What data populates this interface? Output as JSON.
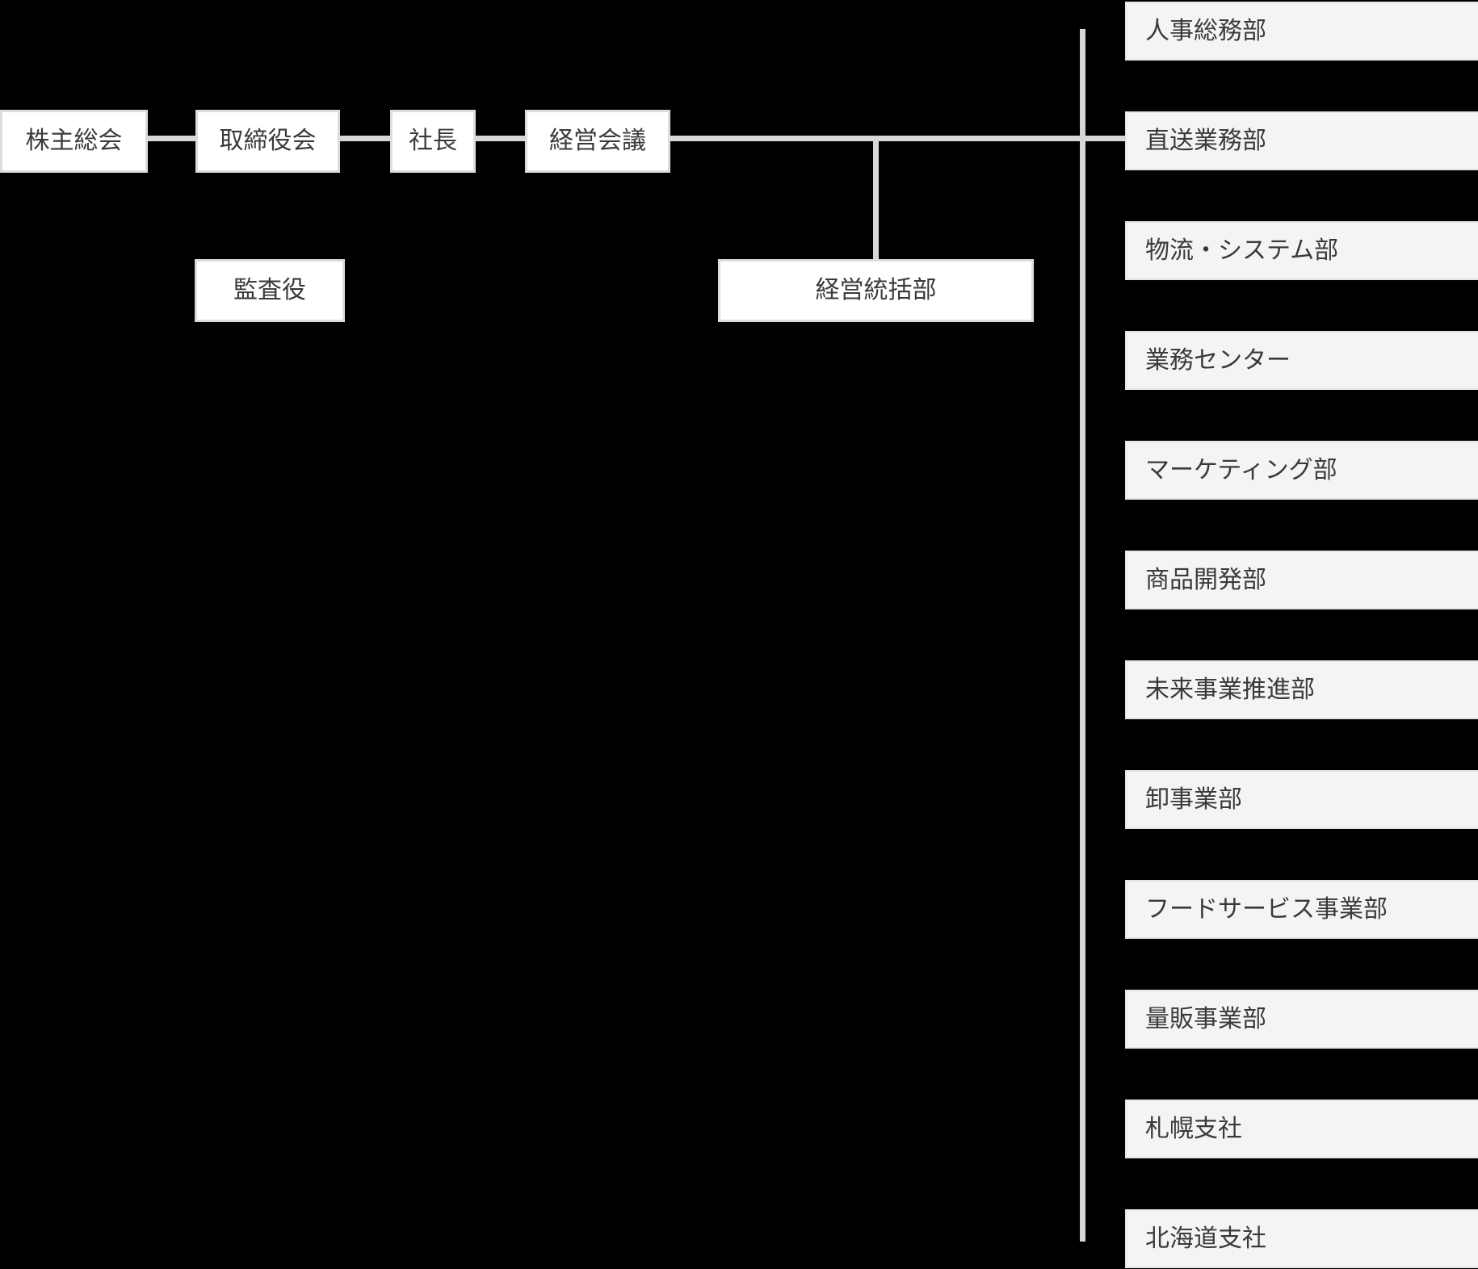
{
  "org": {
    "governance": [
      {
        "label": "株主総会"
      },
      {
        "label": "取締役会"
      },
      {
        "label": "社長"
      },
      {
        "label": "経営会議"
      }
    ],
    "auditor": {
      "label": "監査役"
    },
    "management_control": {
      "label": "経営統括部"
    },
    "departments": [
      {
        "label": "人事総務部"
      },
      {
        "label": "直送業務部"
      },
      {
        "label": "物流・システム部"
      },
      {
        "label": "業務センター"
      },
      {
        "label": "マーケティング部"
      },
      {
        "label": "商品開発部"
      },
      {
        "label": "未来事業推進部"
      },
      {
        "label": "卸事業部"
      },
      {
        "label": "フードサービス事業部"
      },
      {
        "label": "量販事業部"
      },
      {
        "label": "札幌支社"
      },
      {
        "label": "北海道支社"
      }
    ]
  },
  "colors": {
    "background": "#000000",
    "connector": "#d7d7d7",
    "exec_box_fill": "#ffffff",
    "exec_box_border": "#dcdcdc",
    "dept_box_fill": "#f4f4f4",
    "dept_box_border": "#e4e4e4",
    "text": "#3a3a3a"
  }
}
